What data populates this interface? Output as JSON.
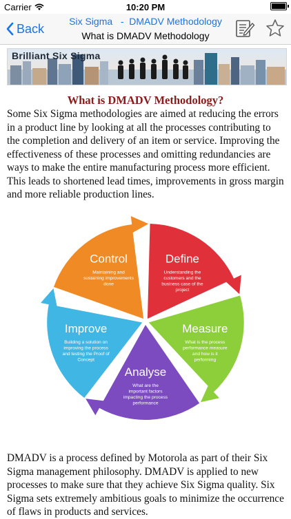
{
  "status_bar": {
    "carrier": "Carrier",
    "time": "10:20 PM",
    "icons": [
      "wifi-icon",
      "battery-icon"
    ]
  },
  "nav": {
    "back_label": "Back",
    "title_top": "Six Sigma   -  DMADV Methodology",
    "title_sub": "What is DMADV Methodology",
    "icons": [
      "chevron-left-icon",
      "notes-edit-icon",
      "star-icon"
    ],
    "accent_color": "#1a73e8"
  },
  "banner": {
    "text": "Brilliant Six Sigma"
  },
  "article": {
    "heading": "What is DMADV Methodology?",
    "heading_color": "#8b1a1a",
    "paragraph1": "Some Six Sigma methodologies are aimed at reducing the errors in a product line by looking at all the processes contributing to the completion and delivery of an item or service. Improving the effectiveness of these processes and omitting redundancies are ways to make the entire manufacturing process more efficient. This leads to shortened lead times, improvements in gross margin and more reliable production lines.",
    "paragraph2": "DMADV is a process defined by Motorola as part of their Six Sigma management philosophy. DMADV is applied to new processes to make sure that they achieve Six Sigma quality. Six Sigma sets extremely ambitious goals to minimize the occurrence of flaws in products and services."
  },
  "diagram": {
    "segments": [
      {
        "title": "Define",
        "desc": [
          "Understanding the",
          "customers and the",
          "business case of the",
          "project"
        ],
        "color": "#e0303a"
      },
      {
        "title": "Measure",
        "desc": [
          "What is the process",
          "performance measure",
          "and how is it",
          "performing"
        ],
        "color": "#8ccf3a"
      },
      {
        "title": "Analyse",
        "desc": [
          "What are the",
          "important factors",
          "impacting the process",
          "performance"
        ],
        "color": "#7b4bbf"
      },
      {
        "title": "Improve",
        "desc": [
          "Building a solution on",
          "improving the process",
          "and testing  the Proof of",
          "Concept"
        ],
        "color": "#3fb6e3"
      },
      {
        "title": "Control",
        "desc": [
          "Maintaining and",
          "sustaining improvements",
          "done"
        ],
        "color": "#f08a24"
      }
    ]
  }
}
